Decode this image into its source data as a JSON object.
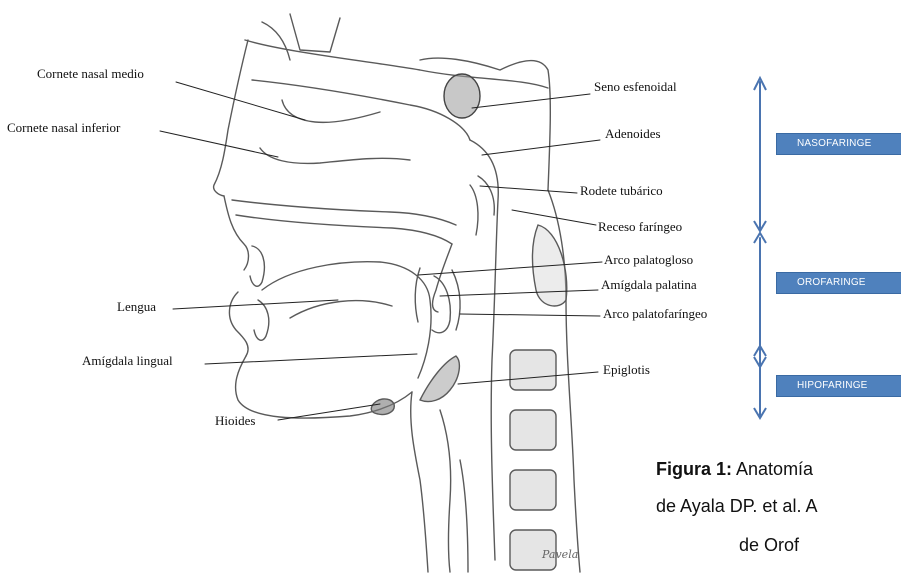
{
  "labels": {
    "cornete_medio": "Cornete nasal medio",
    "cornete_inferior": "Cornete nasal inferior",
    "seno_esfenoidal": "Seno esfenoidal",
    "adenoides": "Adenoides",
    "rodete_tubarico": "Rodete tubárico",
    "receso_faringeo": "Receso faríngeo",
    "arco_palatogloso": "Arco palatogloso",
    "amigdala_palatina": "Amígdala palatina",
    "arco_palatofaringeo": "Arco palatofaríngeo",
    "lengua": "Lengua",
    "amigdala_lingual": "Amígdala lingual",
    "epiglotis": "Epiglotis",
    "hioides": "Hioides"
  },
  "regions": {
    "nasofaringe": "NASOFARINGE",
    "orofaringe": "OROFARINGE",
    "hipofaringe": "HIPOFARINGE"
  },
  "caption": {
    "bold": "Figura 1:",
    "line1": " Anatomía",
    "line2": "de Ayala DP. et al. A",
    "line3": "de Orof"
  },
  "signature": "Pavela",
  "colors": {
    "accent": "#4f81bd",
    "arrow": "#4a74b0",
    "sketch": "#555555"
  }
}
